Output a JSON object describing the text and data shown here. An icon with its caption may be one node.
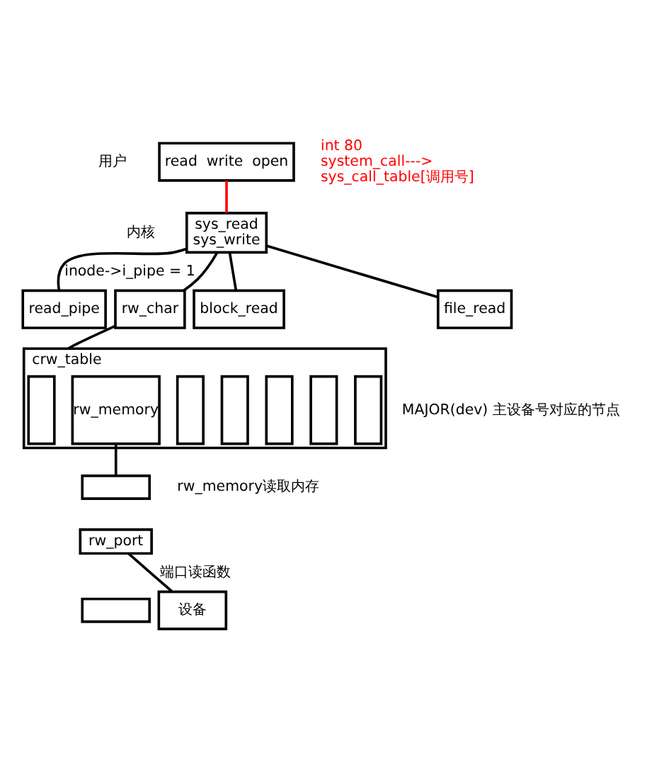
{
  "diagram": {
    "nodes": [
      {
        "text": [
          "read  write  open"
        ]
      },
      {
        "text": [
          "sys_read",
          "sys_write"
        ]
      },
      {
        "text": [
          "read_pipe"
        ]
      },
      {
        "text": [
          "rw_char"
        ]
      },
      {
        "text": [
          "block_read"
        ]
      },
      {
        "text": [
          "file_read"
        ]
      },
      {
        "text": [
          "crw_table"
        ]
      },
      {
        "text": [],
        "shape": "box",
        "in": 6
      },
      {
        "text": [
          "rw_memory"
        ],
        "in": 6
      },
      {
        "text": [],
        "shape": "box",
        "in": 6
      },
      {
        "text": [],
        "shape": "box",
        "in": 6
      },
      {
        "text": [],
        "shape": "box",
        "in": 6
      },
      {
        "text": [],
        "shape": "box",
        "in": 6
      },
      {
        "text": [],
        "shape": "box",
        "in": 6
      },
      {
        "text": [],
        "shape": "box"
      },
      {
        "text": [
          "rw_port"
        ]
      },
      {
        "text": [],
        "shape": "box"
      },
      {
        "text": [
          "设备"
        ]
      }
    ],
    "edges": [
      {
        "from": 0,
        "to": 1,
        "arrow": "none",
        "color": "#ff0000"
      },
      {
        "from": 1,
        "to": 2,
        "arrow": "none",
        "label": "inode->i_pipe = 1"
      },
      {
        "from": 1,
        "to": 3,
        "arrow": "none"
      },
      {
        "from": 1,
        "to": 4,
        "arrow": "none"
      },
      {
        "from": 1,
        "to": 5,
        "arrow": "none"
      },
      {
        "from": 3,
        "to": 6,
        "arrow": "none"
      },
      {
        "from": 8,
        "to": 14,
        "arrow": "none"
      },
      {
        "from": 15,
        "to": 17,
        "arrow": "none",
        "label": "端口读函数"
      }
    ],
    "labels": [
      "用户",
      "int 80",
      "system_call--->",
      "sys_call_table[调用号]",
      "内核",
      "MAJOR(dev) 主设备号对应的节点",
      "rw_memory读取内存"
    ]
  }
}
